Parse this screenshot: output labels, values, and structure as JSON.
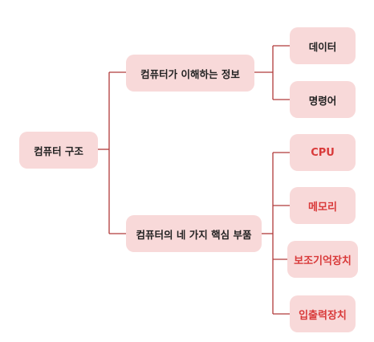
{
  "diagram": {
    "root": "컴퓨터 구조",
    "branch_info": "컴퓨터가 이해하는 정보",
    "branch_parts": "컴퓨터의 네 가지 핵심 부품",
    "info_items": [
      "데이터",
      "명령어"
    ],
    "part_items": [
      "CPU",
      "메모리",
      "보조기억장치",
      "입출력장치"
    ],
    "colors": {
      "box_fill": "#f8d9d9",
      "line": "#b03a3a",
      "dark_text": "#222222",
      "red_text": "#d93a3a"
    }
  }
}
